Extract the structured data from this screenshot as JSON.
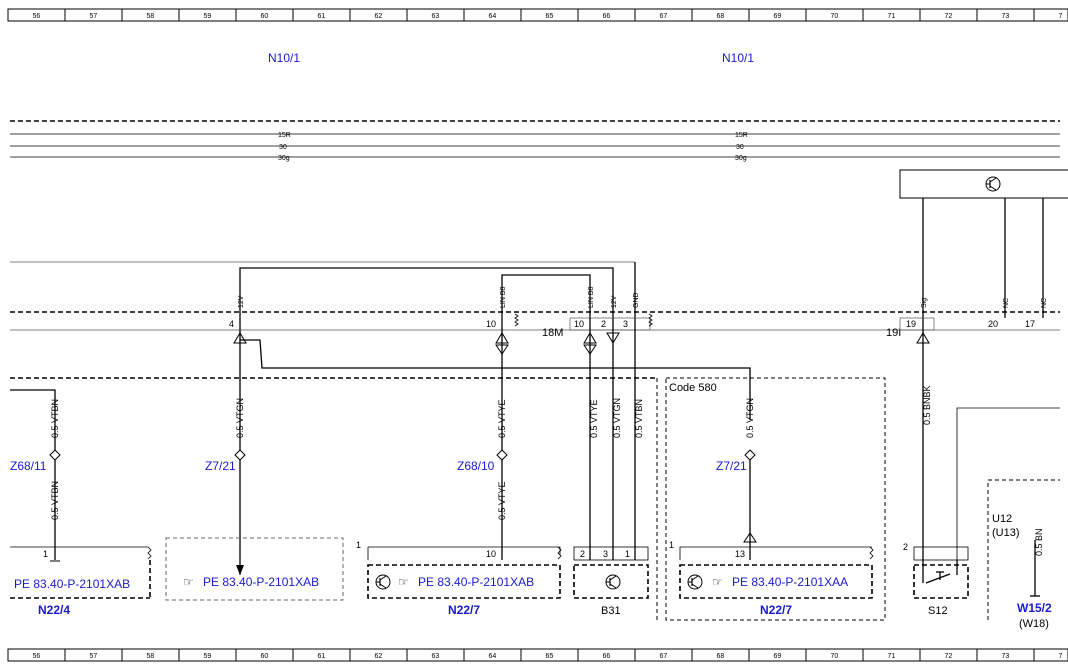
{
  "ruler": {
    "top_numbers": [
      "56",
      "57",
      "58",
      "59",
      "60",
      "61",
      "62",
      "63",
      "64",
      "65",
      "66",
      "67",
      "68",
      "69",
      "70",
      "71",
      "72",
      "73",
      "7"
    ],
    "bottom_numbers": [
      "56",
      "57",
      "58",
      "59",
      "60",
      "61",
      "62",
      "63",
      "64",
      "65",
      "66",
      "67",
      "68",
      "69",
      "70",
      "71",
      "72",
      "73",
      "7"
    ]
  },
  "module": {
    "left_label": "N10/1",
    "right_label": "N10/1"
  },
  "bus": {
    "left": [
      "15R",
      "30",
      "30g"
    ],
    "right": [
      "15R",
      "30",
      "30g"
    ]
  },
  "connectors": {
    "pin_4": "4",
    "pin_10": "10",
    "pin_10b": "10",
    "pin_2": "2",
    "pin_3": "3",
    "conn_18m": "18M",
    "conn_19i": "19I",
    "pin_19": "19",
    "pin_20": "20",
    "pin_17": "17",
    "sig_12v_a": "12V",
    "sig_lin_a": "LIN B8",
    "sig_lin_b": "LIN B8",
    "sig_12v_b": "12V",
    "sig_gnd": "GND",
    "sig_sig": "Sig",
    "sig_nc_a": "NC",
    "sig_nc_b": "NC"
  },
  "wires": {
    "vtbn_top": "0.5 VTBN",
    "vtbn_bot": "0.5 VTBN",
    "vtgn_z7": "0.5 VTGN",
    "vtye_top": "0.5 VTYE",
    "vtye_bot": "0.5 VTYE",
    "vtye_b31": "0.5 VTYE",
    "vtgn_b31": "0.5 VTGN",
    "vtbn_b31": "0.5 VTBN",
    "vtgn_580": "0.5 VTGN",
    "bnbk": "0.5 BNBK",
    "bn": "0.5 BN"
  },
  "splices": {
    "z68_11": "Z68/11",
    "z7_21_a": "Z7/21",
    "z68_10": "Z68/10",
    "z7_21_b": "Z7/21"
  },
  "code_label": "Code 580",
  "components": {
    "n22_4": {
      "name": "N22/4",
      "pin": "1",
      "ref": "PE 83.40-P-2101XAB"
    },
    "ref_box": {
      "ref": "PE 83.40-P-2101XAB"
    },
    "n22_7a": {
      "name": "N22/7",
      "corner": "1",
      "pin": "10",
      "ref": "PE 83.40-P-2101XAB"
    },
    "b31": {
      "name": "B31",
      "pins": [
        "2",
        "3",
        "1"
      ]
    },
    "n22_7b": {
      "name": "N22/7",
      "corner": "1",
      "pin": "13",
      "ref": "PE 83.40-P-2101XAA"
    },
    "s12": {
      "name": "S12",
      "corner": "2"
    },
    "u12": {
      "line1": "U12",
      "line2": "(U13)"
    },
    "w15_2": {
      "name": "W15/2",
      "alt": "(W18)"
    }
  },
  "icons": [
    "transistor-icon",
    "reference-hand-icon",
    "switch-icon"
  ]
}
